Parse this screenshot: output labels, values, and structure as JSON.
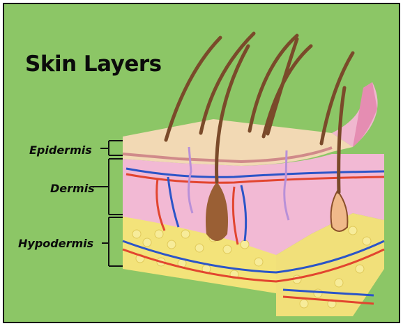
{
  "title": "Skin Layers",
  "labels": {
    "epidermis": "Epidermis",
    "dermis": "Dermis",
    "hypodermis": "Hypodermis"
  },
  "colors": {
    "background": "#8cc666",
    "epidermis": "#f2d9b4",
    "dermis": "#f2b9d4",
    "hypodermis": "#f3e37a",
    "hair": "#7a4a2a",
    "artery": "#e2452f",
    "vein": "#2b55c8"
  }
}
